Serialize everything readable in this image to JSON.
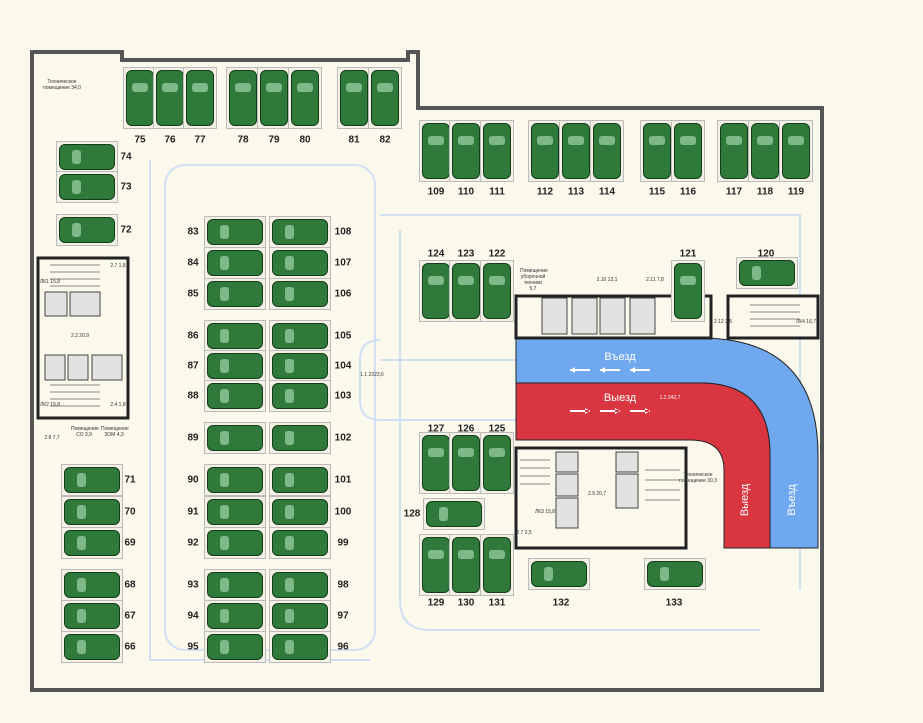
{
  "plan": {
    "spots": [
      "66",
      "67",
      "68",
      "69",
      "70",
      "71",
      "72",
      "73",
      "74",
      "75",
      "76",
      "77",
      "78",
      "79",
      "80",
      "81",
      "82",
      "83",
      "84",
      "85",
      "86",
      "87",
      "88",
      "89",
      "90",
      "91",
      "92",
      "93",
      "94",
      "95",
      "96",
      "97",
      "98",
      "99",
      "100",
      "101",
      "102",
      "103",
      "104",
      "105",
      "106",
      "107",
      "108",
      "109",
      "110",
      "111",
      "112",
      "113",
      "114",
      "115",
      "116",
      "117",
      "118",
      "119",
      "120",
      "121",
      "122",
      "123",
      "124",
      "125",
      "126",
      "127",
      "128",
      "129",
      "130",
      "131",
      "132",
      "133"
    ],
    "rooms": {
      "tech_top": "Техническое помещение 34,0",
      "r27a": "2.7 1,8",
      "stair1": "ЛК1 15,8",
      "hall23": "2.3 20,9",
      "stair2": "ЛК2 15,8",
      "r24": "2.4 1,8",
      "r28": "2.8 7,7",
      "room_co": "Помещение СО 3,9",
      "room_zom": "Помещение ЗОМ 4,3",
      "main": "1.1 2323,6",
      "ramp_area": "1.2 242,7",
      "cleaning": "Помещение уборочной техники 5,7",
      "r210": "2.10 13,1",
      "r211": "2.11 7,8",
      "r212": "2.12 3,5",
      "stair4": "ЛК4 16,7",
      "tech_right": "Техническое помещение 30,3",
      "hall29": "2.9 20,7",
      "stair3": "ЛК3 15,8",
      "r27b": "2.7 3,5"
    },
    "ramps": {
      "entry": "Въезд",
      "exit": "Выезд"
    },
    "colors": {
      "car": "#2f7a3a",
      "entry": "#6fa8ef",
      "exit": "#d93641",
      "floor": "#fbf8ec"
    }
  }
}
